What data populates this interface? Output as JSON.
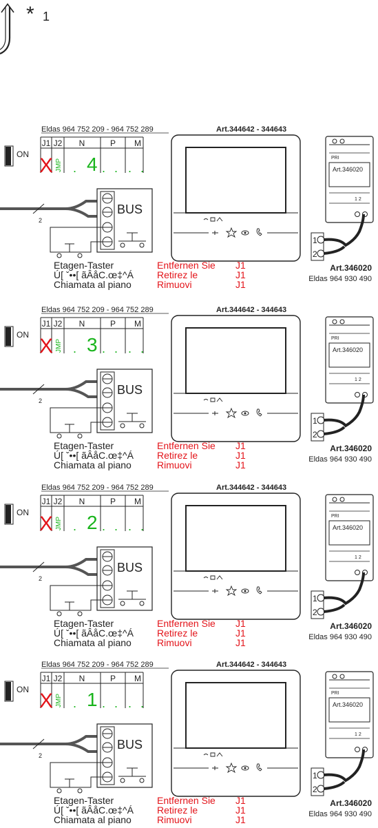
{
  "header": {
    "star_label": "*",
    "star_sub": "1"
  },
  "colors": {
    "line": "#222222",
    "red": "#e3141a",
    "green": "#19b41c",
    "cable": "#555555"
  },
  "units": [
    {
      "device_ref": "Eldas 964 752 209 - 964 752 289",
      "monitor_art": "Art.344642 - 344643",
      "switch_label": "ON",
      "dip_headers": [
        "J1",
        "J2",
        "N",
        "P",
        "M"
      ],
      "j1_mark": "X",
      "j2_mark": "JMP",
      "floor_code": "4",
      "dots": [
        ".",
        " .",
        ".",
        ".",
        "."
      ],
      "bus_label": "BUS",
      "wire_count": "2",
      "labels_left": [
        "Etagen-Taster",
        "Ú[ ˇ••[ ãÂåC.œ‡^Á",
        "Chiamata al piano"
      ],
      "labels_red": [
        "Entfernen Sie",
        "Retirez le",
        "Rimuovi"
      ],
      "j1_labels": [
        "J1",
        "J1",
        "J1"
      ],
      "psu_top": "PRI",
      "psu_art": "Art.346020",
      "psu_term": "1 2",
      "psu_art_label": "Art.346020",
      "psu_eldas": "Eldas 964 930 490",
      "term1": "1",
      "term2": "2"
    },
    {
      "device_ref": "Eldas 964 752 209 - 964 752 289",
      "monitor_art": "Art.344642 - 344643",
      "switch_label": "ON",
      "dip_headers": [
        "J1",
        "J2",
        "N",
        "P",
        "M"
      ],
      "j1_mark": "X",
      "j2_mark": "JMP",
      "floor_code": "3",
      "dots": [
        ".",
        ".",
        ".",
        ".",
        "."
      ],
      "bus_label": "BUS",
      "wire_count": "2",
      "labels_left": [
        "Etagen-Taster",
        "Ú[ ˇ••[ ãÂåC.œ‡^Á",
        "Chiamata al piano"
      ],
      "labels_red": [
        "Entfernen Sie",
        "Retirez le",
        "Rimuovi"
      ],
      "j1_labels": [
        "J1",
        "J1",
        "J1"
      ],
      "psu_top": "PRI",
      "psu_art": "Art.346020",
      "psu_term": "1 2",
      "psu_art_label": "Art.346020",
      "psu_eldas": "Eldas 964 930 490",
      "term1": "1",
      "term2": "2"
    },
    {
      "device_ref": "Eldas 964 752 209 - 964 752 289",
      "monitor_art": "Art.344642 - 344643",
      "switch_label": "ON",
      "dip_headers": [
        "J1",
        "J2",
        "N",
        "P",
        "M"
      ],
      "j1_mark": "X",
      "j2_mark": "JMP",
      "floor_code": "2",
      "dots": [
        ".",
        ".",
        ".",
        ".",
        "."
      ],
      "bus_label": "BUS",
      "wire_count": "2",
      "labels_left": [
        "Etagen-Taster",
        "Ú[ ˇ••[ ãÂåC.œ‡^Á",
        "Chiamata al piano"
      ],
      "labels_red": [
        "Entfernen Sie",
        "Retirez le",
        "Rimuovi"
      ],
      "j1_labels": [
        "J1",
        "J1",
        "J1"
      ],
      "psu_top": "PRI",
      "psu_art": "Art.346020",
      "psu_term": "1 2",
      "psu_art_label": "Art.346020",
      "psu_eldas": "Eldas 964 930 490",
      "term1": "1",
      "term2": "2"
    },
    {
      "device_ref": "Eldas 964 752 209 - 964 752 289",
      "monitor_art": "Art.344642 - 344643",
      "switch_label": "ON",
      "dip_headers": [
        "J1",
        "J2",
        "N",
        "P",
        "M"
      ],
      "j1_mark": "X",
      "j2_mark": "JMP",
      "floor_code": "1",
      "dots": [
        ".",
        ".",
        ".",
        ".",
        "."
      ],
      "bus_label": "BUS",
      "wire_count": "2",
      "labels_left": [
        "Etagen-Taster",
        "Ú[ ˇ••[ ãÂåC.œ‡^Á",
        "Chiamata al piano"
      ],
      "labels_red": [
        "Entfernen Sie",
        "Retirez le",
        "Rimuovi"
      ],
      "j1_labels": [
        "J1",
        "J1",
        "J1"
      ],
      "psu_top": "PRI",
      "psu_art": "Art.346020",
      "psu_term": "1 2",
      "psu_art_label": "Art.346020",
      "psu_eldas": "Eldas 964 930 490",
      "term1": "1",
      "term2": "2"
    }
  ]
}
